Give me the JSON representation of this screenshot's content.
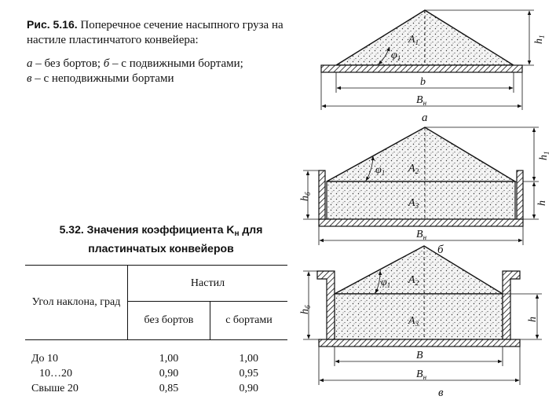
{
  "caption": {
    "fig_label": "Рис. 5.16.",
    "title": "Поперечное сечение насыпного груза на настиле пластинчатого конвейера:",
    "item_a_key": "а",
    "item_a_text": " – без бортов; ",
    "item_b_key": "б",
    "item_b_text": " – с подвижными бортами;",
    "item_c_key": "в",
    "item_c_text": " – с неподвижными бортами"
  },
  "table": {
    "title_line1_prefix": "5.32. Значения коэффициента K",
    "title_sub": "н",
    "title_line1_suffix": " для",
    "title_line2": "пластинчатых  конвейеров",
    "header_angle": "Угол наклона, град",
    "header_nastil": "Настил",
    "header_no_sides": "без бортов",
    "header_with_sides": "с бортами",
    "rows": [
      {
        "angle": "До 10",
        "no_sides": "1,00",
        "with_sides": "1,00"
      },
      {
        "angle": "10…20",
        "no_sides": "0,90",
        "with_sides": "0,95"
      },
      {
        "angle": "Свыше 20",
        "no_sides": "0,85",
        "with_sides": "0,90"
      }
    ]
  },
  "diagrams": {
    "a": {
      "view_label": "а",
      "area_label": "A",
      "area_sub": "1",
      "angle_label": "φ",
      "angle_sub": "1",
      "height_label": "h",
      "height_sub": "1",
      "width_inner": "b",
      "width_outer": "B",
      "width_outer_sub": "н"
    },
    "b": {
      "view_label": "б",
      "area_top": "A",
      "area_top_sub": "2",
      "area_bottom": "A",
      "area_bottom_sub": "3",
      "angle_label": "φ",
      "angle_sub": "1",
      "height_top": "h",
      "height_top_sub": "1",
      "height_bottom": "h",
      "height_side": "h",
      "height_side_sub": "б",
      "width_outer": "B",
      "width_outer_sub": "н"
    },
    "c": {
      "view_label": "в",
      "area_top": "A",
      "area_top_sub": "2",
      "area_bottom": "A",
      "area_bottom_sub": "3",
      "angle_label": "φ",
      "angle_sub": "1",
      "height_right": "h",
      "height_side": "h",
      "height_side_sub": "б",
      "width_inner": "B",
      "width_outer": "B",
      "width_outer_sub": "н"
    }
  }
}
